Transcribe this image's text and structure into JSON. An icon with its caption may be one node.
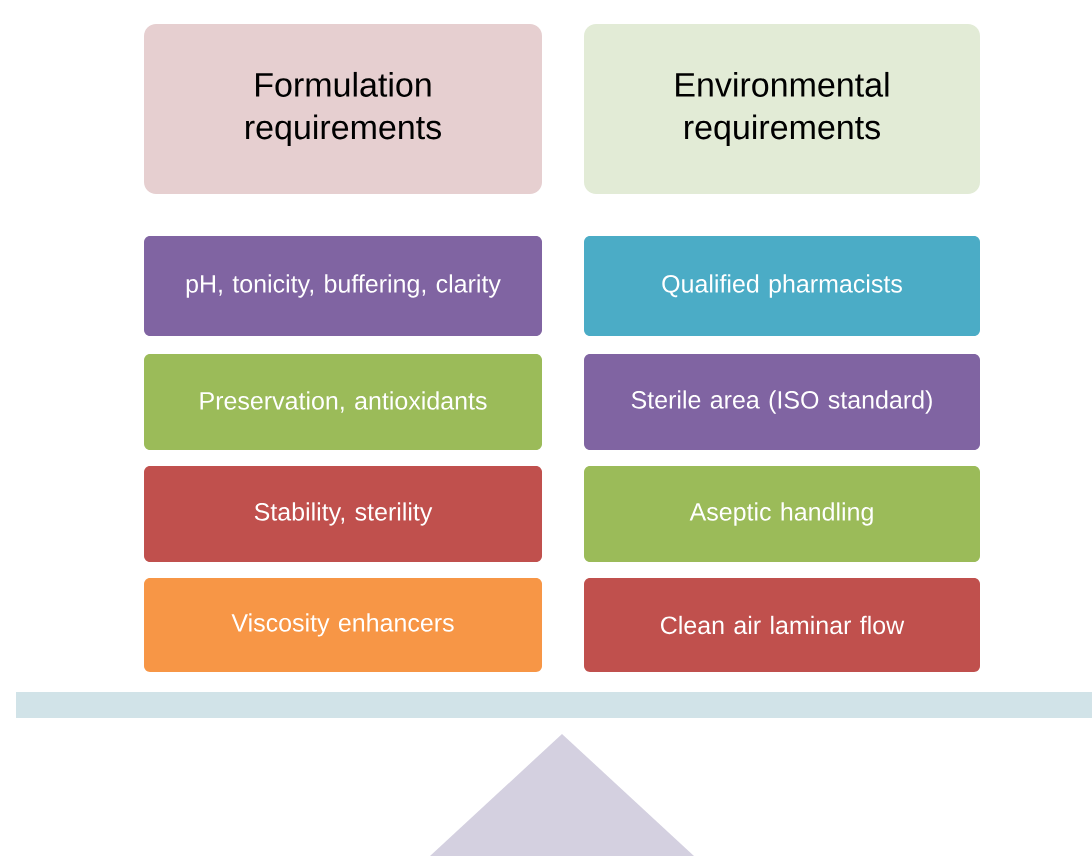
{
  "diagram": {
    "nodes": [
      {
        "text": [
          "Formulation requirements"
        ]
      },
      {
        "text": [
          "Environmental requirements"
        ]
      },
      {
        "text": [
          "pH, tonicity, buffering, clarity"
        ]
      },
      {
        "text": [
          "Qualified pharmacists"
        ]
      },
      {
        "text": [
          "Preservation, antioxidants"
        ]
      },
      {
        "text": [
          "Sterile area (ISO standard)"
        ]
      },
      {
        "text": [
          "Stability, sterility"
        ]
      },
      {
        "text": [
          "Aseptic handling"
        ]
      },
      {
        "text": [
          "Viscosity enhancers"
        ]
      },
      {
        "text": [
          "Clean air laminar flow"
        ]
      }
    ]
  }
}
